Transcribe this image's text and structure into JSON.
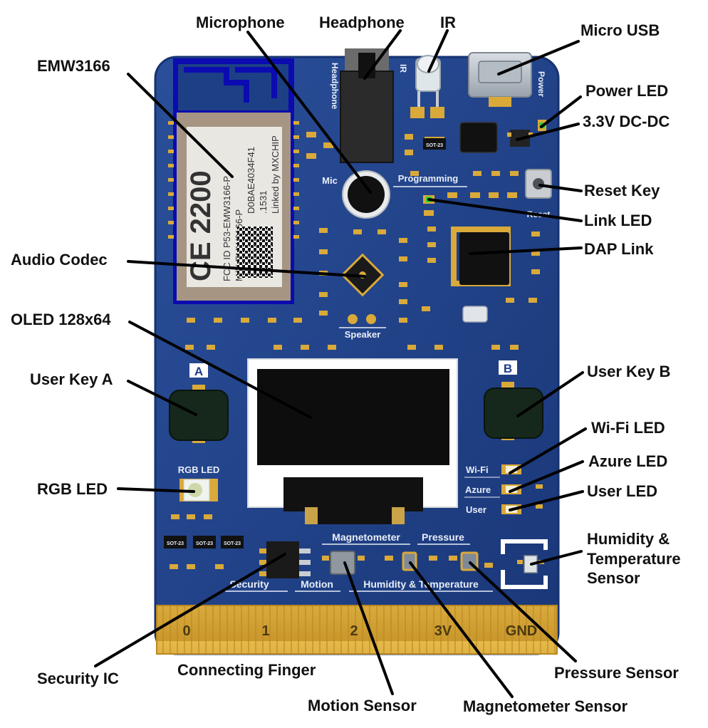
{
  "callouts": {
    "microphone": "Microphone",
    "headphone": "Headphone",
    "ir": "IR",
    "micro_usb": "Micro USB",
    "emw3166": "EMW3166",
    "power_led": "Power LED",
    "dcdc": "3.3V DC-DC",
    "reset_key": "Reset Key",
    "link_led": "Link LED",
    "audio_codec": "Audio Codec",
    "dap_link": "DAP Link",
    "oled": "OLED 128x64",
    "user_key_a": "User Key A",
    "user_key_b": "User Key B",
    "wifi_led": "Wi-Fi LED",
    "azure_led": "Azure LED",
    "rgb_led": "RGB LED",
    "user_led": "User LED",
    "humidity_line1": "Humidity &",
    "humidity_line2": "Temperature",
    "humidity_line3": "Sensor",
    "security_ic": "Security IC",
    "connecting_finger": "Connecting Finger",
    "pressure_sensor": "Pressure Sensor",
    "motion_sensor": "Motion Sensor",
    "magnetometer_sensor": "Magnetometer Sensor"
  },
  "silkscreen": {
    "headphone": "Headphone",
    "ir": "IR",
    "power": "Power",
    "mic": "Mic",
    "programming": "Programming",
    "speaker": "Speaker",
    "reset": "Reset",
    "key_a": "A",
    "key_b": "B",
    "rgb_led": "RGB LED",
    "wifi": "Wi-Fi",
    "azure": "Azure",
    "user": "User",
    "magnetometer": "Magnetometer",
    "pressure": "Pressure",
    "security": "Security",
    "motion": "Motion",
    "humidity_temp": "Humidity & Temperature",
    "sot23": "SOT-23"
  },
  "module_text": {
    "ce_mark": "CE 2200",
    "line1": "FCC ID P53-EMW3166-P",
    "line2": "M/N EMW3166-P",
    "line3": "D0BAE4034F41",
    "line4": ".1531",
    "line5": "Linked by MXCHIP"
  },
  "fingers": [
    "0",
    "1",
    "2",
    "3V",
    "GND"
  ],
  "colors": {
    "board": "#1d3f86",
    "board_edge": "#163270",
    "gold": "#d9a93a",
    "module_shield": "#a59582",
    "module_label": "#e9e7e2",
    "antenna": "#0b0bb0",
    "oled_frame": "#ffffff",
    "oled_screen": "#0d0d0d",
    "leader": "#000000",
    "text": "#111111"
  }
}
